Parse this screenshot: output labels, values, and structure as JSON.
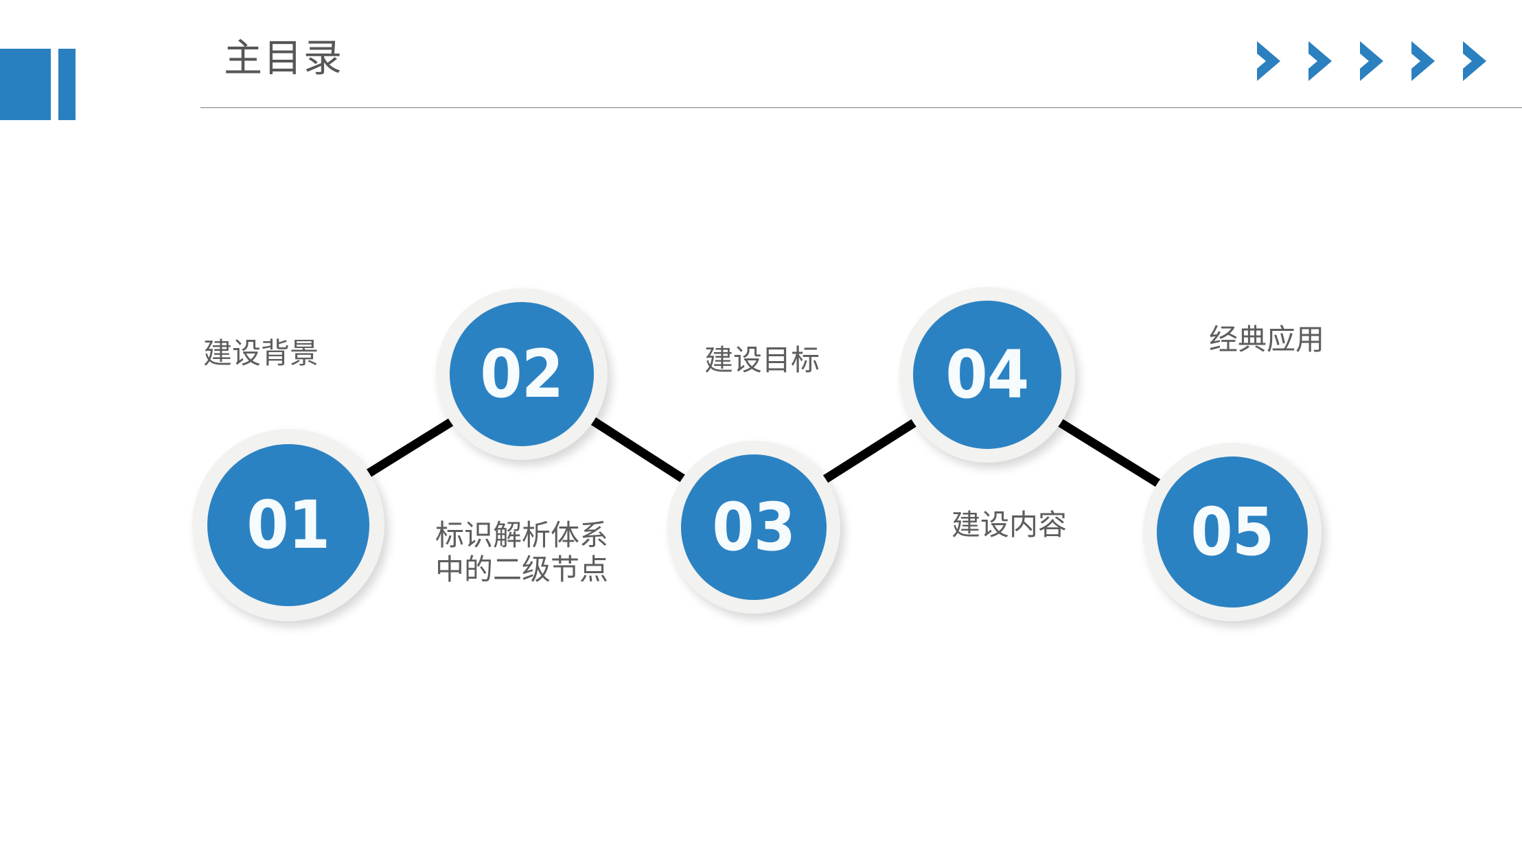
{
  "header": {
    "title": "主目录",
    "accent_color": "#2980c0",
    "title_color": "#575757",
    "marks": [
      {
        "name": "header-block-wide"
      },
      {
        "name": "header-block-narrow"
      }
    ],
    "chevrons": [
      {
        "icon": "chevron-right-icon"
      },
      {
        "icon": "chevron-right-icon"
      },
      {
        "icon": "chevron-right-icon"
      },
      {
        "icon": "chevron-right-icon"
      },
      {
        "icon": "chevron-right-icon"
      }
    ],
    "chevron_color": "#2b80bf"
  },
  "diagram": {
    "type": "zigzag-process",
    "node_fill": "#2b82c2",
    "node_ring": "#f2f2f0",
    "node_text_color": "#f6fbfd",
    "connector_color": "#000000",
    "caption_color": "#5d5d5d",
    "nodes": [
      {
        "number": "01",
        "caption": "建设背景",
        "caption_position": "above-left"
      },
      {
        "number": "02",
        "caption": "标识解析体系\n中的二级节点",
        "caption_position": "below-left"
      },
      {
        "number": "03",
        "caption": "建设目标",
        "caption_position": "above-left"
      },
      {
        "number": "04",
        "caption": "建设内容",
        "caption_position": "below-left"
      },
      {
        "number": "05",
        "caption": "经典应用",
        "caption_position": "above-left"
      }
    ]
  }
}
